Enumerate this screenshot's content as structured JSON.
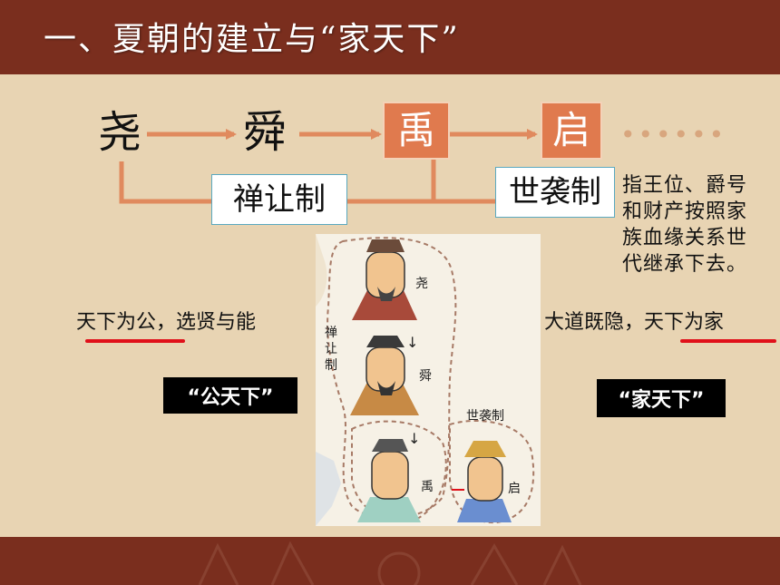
{
  "slide": {
    "title": "一、夏朝的建立与“家天下”"
  },
  "succession": {
    "yao": "尧",
    "shun": "舜",
    "yu": "禹",
    "qi": "启",
    "ellipsis": "••••••",
    "shanrang": "禅让制",
    "shixi": "世袭制"
  },
  "note": {
    "line1": "指王位、爵号",
    "line2": "和财产按照家",
    "line3": "族血缘关系世",
    "line4": "代继承下去。"
  },
  "left_phrase": {
    "highlight": "天下为公",
    "rest": "，选贤与能"
  },
  "right_phrase": {
    "rest": "大道既隐，",
    "highlight": "天下为家"
  },
  "tags": {
    "left": "“公天下”",
    "right": "“家天下”"
  },
  "illustration": {
    "yao": "尧",
    "shun": "舜",
    "yu": "禹",
    "qi": "启",
    "shanrang_vertical": "禅让制",
    "shixi": "世袭制",
    "down_arrow": "↓"
  },
  "colors": {
    "header_bg": "#7a2e1e",
    "slide_bg": "#e8d4b3",
    "name_box": "#e07a4e",
    "arrow": "#e08a5e",
    "underline": "#e0101a"
  }
}
